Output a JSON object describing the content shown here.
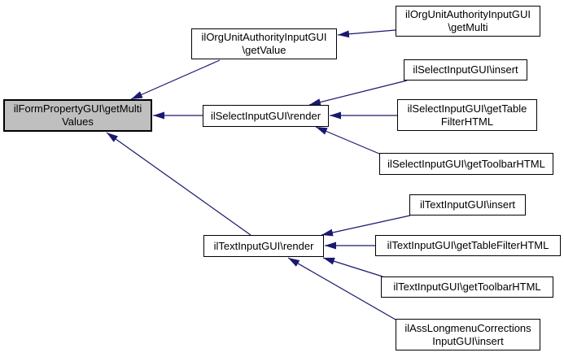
{
  "diagram": {
    "type": "call-graph",
    "background_color": "#ffffff",
    "colors": {
      "node_fill": "#ffffff",
      "node_border": "#000000",
      "highlighted_node_fill": "#bfbfbf",
      "edge_color": "#191970",
      "text_color": "#000000"
    },
    "nodes": [
      {
        "id": "form_getmultivalues",
        "label": "ilFormPropertyGUI\\getMulti\nValues",
        "highlighted": true
      },
      {
        "id": "orgunit_getvalue",
        "label": "ilOrgUnitAuthorityInputGUI\n\\getValue",
        "highlighted": false
      },
      {
        "id": "orgunit_getmulti",
        "label": "ilOrgUnitAuthorityInputGUI\n\\getMulti",
        "highlighted": false
      },
      {
        "id": "select_render",
        "label": "ilSelectInputGUI\\render",
        "highlighted": false
      },
      {
        "id": "select_insert",
        "label": "ilSelectInputGUI\\insert",
        "highlighted": false
      },
      {
        "id": "select_gettablefilterhtml",
        "label": "ilSelectInputGUI\\getTable\nFilterHTML",
        "highlighted": false
      },
      {
        "id": "select_gettoolbarhtml",
        "label": "ilSelectInputGUI\\getToolbarHTML",
        "highlighted": false
      },
      {
        "id": "text_render",
        "label": "ilTextInputGUI\\render",
        "highlighted": false
      },
      {
        "id": "text_insert",
        "label": "ilTextInputGUI\\insert",
        "highlighted": false
      },
      {
        "id": "text_gettablefilterhtml",
        "label": "ilTextInputGUI\\getTableFilterHTML",
        "highlighted": false
      },
      {
        "id": "text_gettoolbarhtml",
        "label": "ilTextInputGUI\\getToolbarHTML",
        "highlighted": false
      },
      {
        "id": "asslongmenu_insert",
        "label": "ilAssLongmenuCorrections\nInputGUI\\insert",
        "highlighted": false
      }
    ],
    "edges": [
      {
        "from": "orgunit_getvalue",
        "to": "form_getmultivalues"
      },
      {
        "from": "orgunit_getmulti",
        "to": "orgunit_getvalue"
      },
      {
        "from": "select_render",
        "to": "form_getmultivalues"
      },
      {
        "from": "select_insert",
        "to": "select_render"
      },
      {
        "from": "select_gettablefilterhtml",
        "to": "select_render"
      },
      {
        "from": "select_gettoolbarhtml",
        "to": "select_render"
      },
      {
        "from": "text_render",
        "to": "form_getmultivalues"
      },
      {
        "from": "text_insert",
        "to": "text_render"
      },
      {
        "from": "text_gettablefilterhtml",
        "to": "text_render"
      },
      {
        "from": "text_gettoolbarhtml",
        "to": "text_render"
      },
      {
        "from": "asslongmenu_insert",
        "to": "text_render"
      }
    ]
  }
}
